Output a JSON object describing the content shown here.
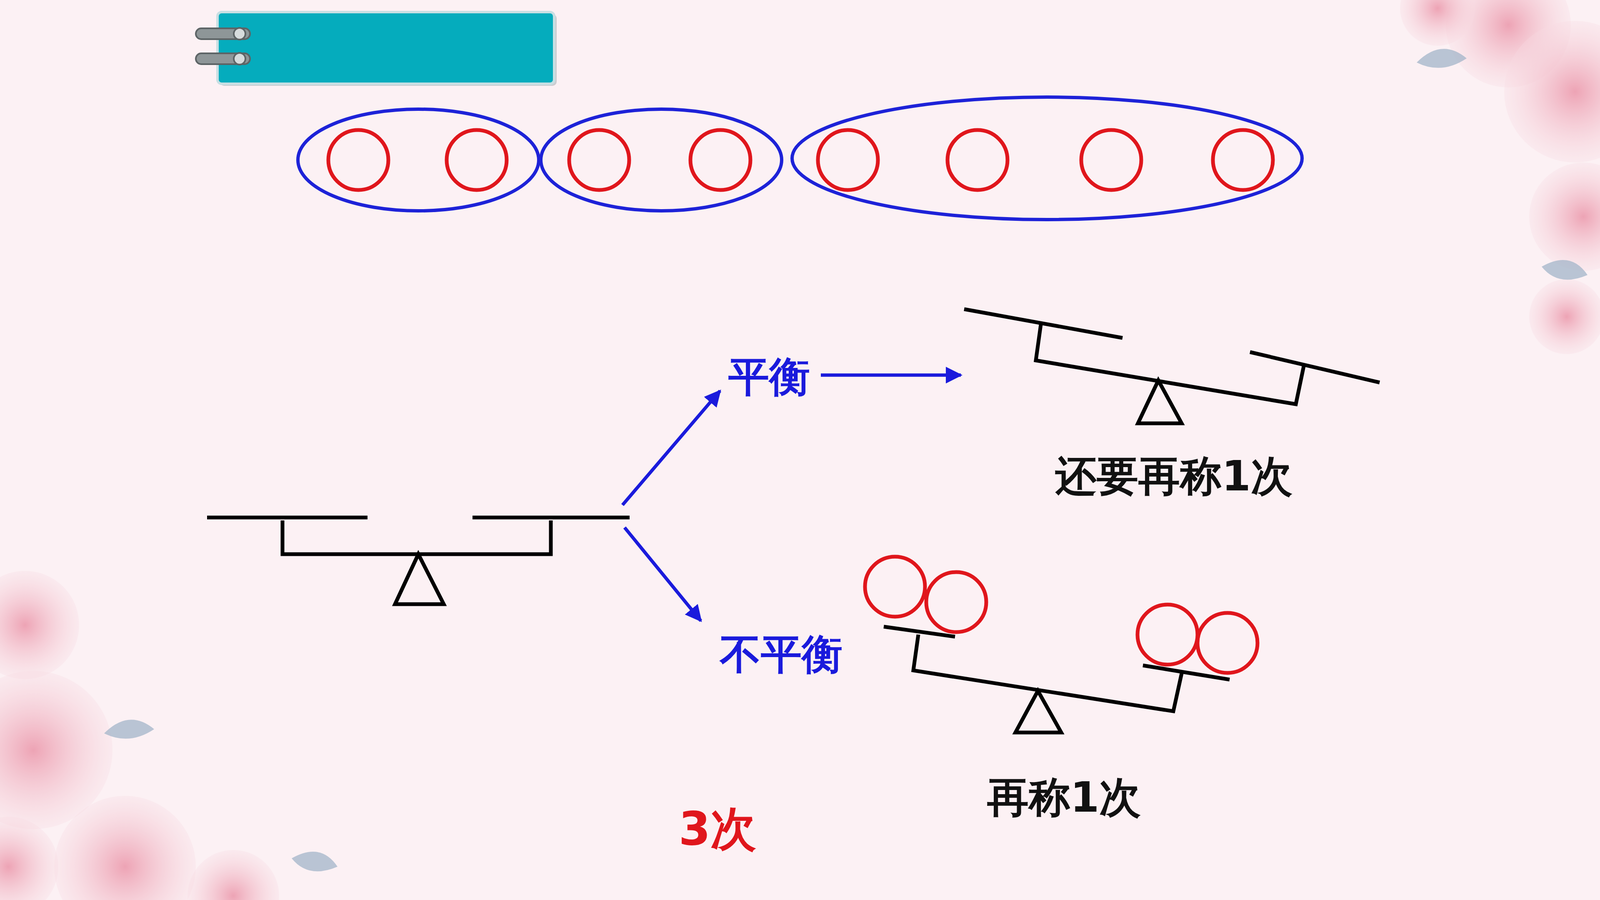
{
  "diagram": {
    "nodes": [
      {
        "text": [
          "平衡"
        ]
      },
      {
        "text": [
          "还要再称1次"
        ]
      },
      {
        "text": [
          "不平衡"
        ]
      },
      {
        "text": [
          "再称1次"
        ]
      }
    ],
    "edges": [
      {
        "from": 0,
        "to": 1,
        "arrow": "to"
      }
    ],
    "labels": [
      "3次"
    ]
  }
}
